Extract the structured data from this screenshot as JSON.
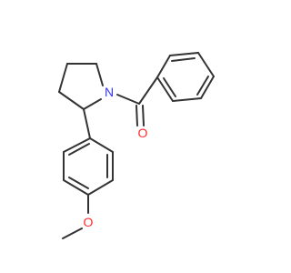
{
  "structure": {
    "atoms": {
      "nitrogen": {
        "symbol": "N",
        "color": "#3333ff"
      },
      "carbonyl_oxygen": {
        "symbol": "O",
        "color": "#ff2a2a"
      },
      "ether_oxygen": {
        "symbol": "O",
        "color": "#ff2a2a"
      }
    },
    "bond_color": "#333333"
  }
}
